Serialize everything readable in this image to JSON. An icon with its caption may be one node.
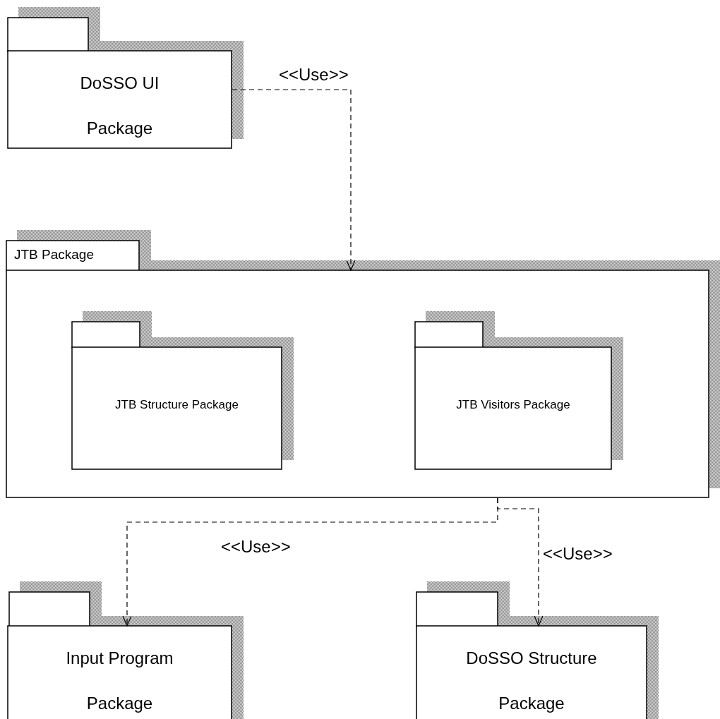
{
  "diagram": {
    "nodes": [
      {
        "text": [
          "DoSSO UI Package"
        ]
      },
      {
        "text": [
          "JTB Package"
        ]
      },
      {
        "text": [
          "JTB Structure Package"
        ],
        "in": 1
      },
      {
        "text": [
          "JTB Visitors Package"
        ],
        "in": 1
      },
      {
        "text": [
          "Input Program Package"
        ]
      },
      {
        "text": [
          "DoSSO Structure Package"
        ]
      }
    ],
    "edges": [
      {
        "from": 0,
        "to": 1,
        "arrow": "to",
        "style": "dashed",
        "label": "<<Use>>"
      },
      {
        "from": 1,
        "to": 4,
        "arrow": "to",
        "style": "dashed",
        "label": "<<Use>>"
      },
      {
        "from": 1,
        "to": 5,
        "arrow": "to",
        "style": "dashed",
        "label": "<<Use>>"
      }
    ]
  }
}
